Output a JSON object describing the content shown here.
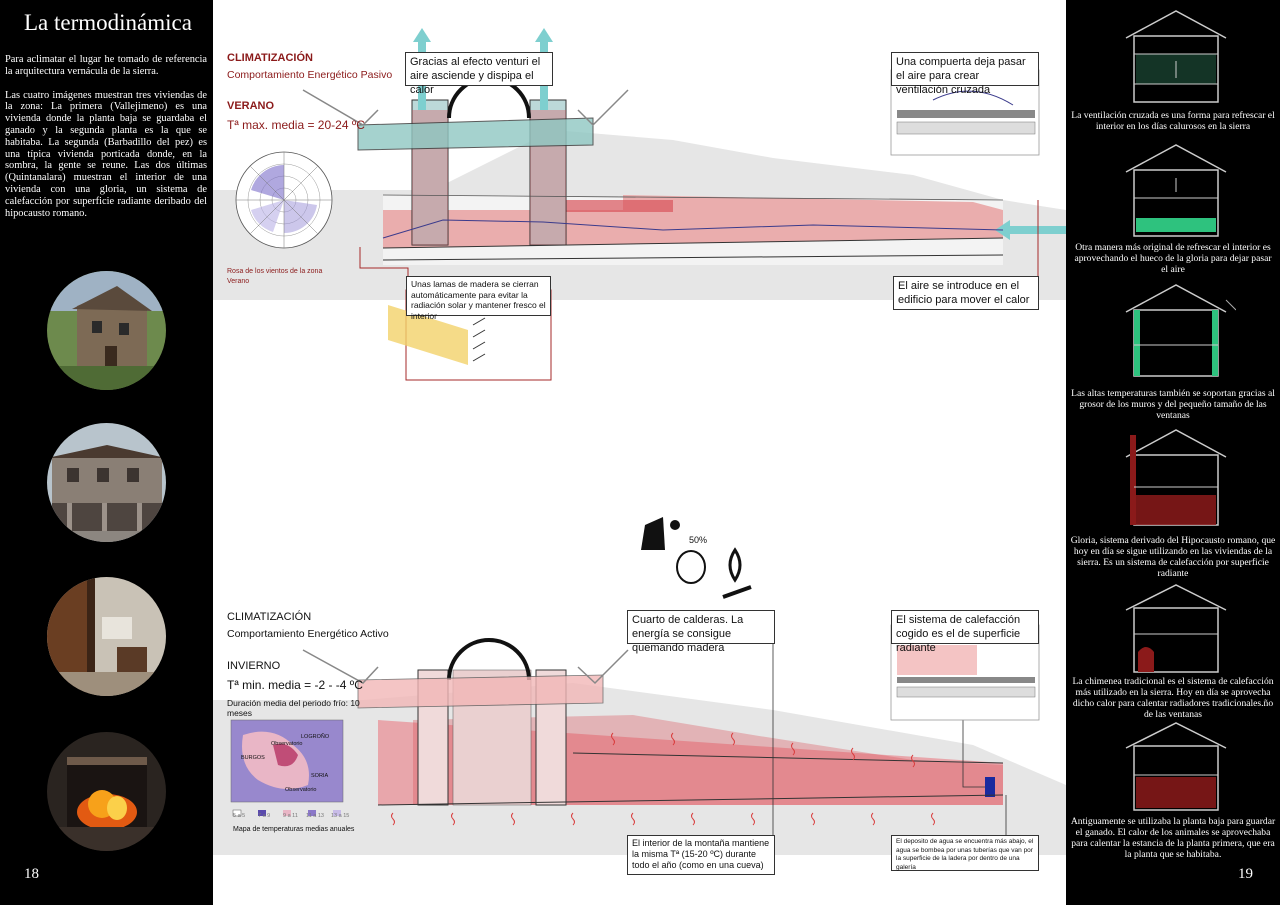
{
  "left": {
    "title": "La termodinámica",
    "intro_p1": "Para aclimatar el lugar he tomado de referencia la arquitectura vernácula de la sierra.",
    "intro_p2": "Las cuatro imágenes muestran tres viviendas de la zona: La primera (Vallejimeno) es una vivienda donde la planta baja se guardaba el ganado y la segunda planta es la que se habitaba. La segunda (Barbadillo del pez) es una típica vivienda porticada donde, en la sombra, la gente se reune. Las dos últimas (Quintanalara) muestran el interior de una vivienda con una gloria, un sistema de calefacción por superficie radiante deribado del hipocausto romano.",
    "page_number": "18"
  },
  "right": {
    "page_number": "19",
    "captions": [
      "La ventilación cruzada es una forma para refrescar el interior en los días calurosos en la sierra",
      "Otra manera más original de refrescar el interior es aprovechando el hueco de la gloria para dejar pasar el aire",
      "Las altas temperaturas también se soportan gracias al grosor de los muros y del pequeño tamaño de las ventanas",
      "Gloria, sistema derivado del Hipocausto romano, que hoy en día se sigue utilizando en las viviendas de la sierra. Es un sistema de calefacción por superficie radiante",
      "La chimenea tradicional es el sistema de calefacción más utilizado en la sierra. Hoy en día se aprovecha dicho calor para calentar radiadores tradicionales.ño de las ventanas",
      "Antiguamente se utilizaba la planta baja para guardar el ganado. El calor de los animales se aprovechaba para calentar la estancia de la planta primera, que era la planta que se habitaba."
    ]
  },
  "summer": {
    "heading": "CLIMATIZACIÓN",
    "subheading": "Comportamiento Energético Pasivo",
    "season": "VERANO",
    "temp": "Tª max. media = 20-24 ºC",
    "wind_rose_caption_1": "Rosa de los vientos de la zona",
    "wind_rose_caption_2": "Verano",
    "box_venturi": "Gracias al efecto venturi el aire asciende y dispipa el calor",
    "box_compuerta": "Una compuerta deja pasar el aire para crear ventilación cruzada",
    "box_lamas": "Unas lamas de madera se cierran automáticamente para evitar la radiación solar y mantener fresco el interior",
    "box_aire": "El aire se introduce en el edificio para mover el calor"
  },
  "winter": {
    "heading": "CLIMATIZACIÓN",
    "subheading": "Comportamiento Energético Activo",
    "season": "INVIERNO",
    "temp": "Tª min. media = -2 - -4 ºC",
    "duration": "Duración media del periodo frío: 10 meses",
    "map_caption": "Mapa de temperaturas medias anuales",
    "map_labels": [
      "Observatorio",
      "LOGROÑO",
      "BURGOS",
      "SORIA",
      "Observatorio"
    ],
    "map_legend": [
      "5 a 5",
      "7 a 9",
      "9 a 11",
      "11 a 13",
      "13 a 15"
    ],
    "fuel_percent": "50%",
    "box_calderas": "Cuarto de calderas. La energía se consigue quemando madera",
    "box_radiante": "El sistema de calefacción cogido es el de superficie radiante",
    "box_montana": "El interior de la montaña mantiene la misma Tª  (15-20 ºC) durante todo el año (como en una cueva)",
    "box_deposito": "El deposito de agua se encuentra más abajo, el agua se bombea por unas tuberías que van por la superficie de la ladera por dentro de una galería"
  },
  "colors": {
    "accent": "#8b1a1a",
    "heat": "#d9545b",
    "air": "#7ecfcf",
    "green": "#2ec27e"
  }
}
